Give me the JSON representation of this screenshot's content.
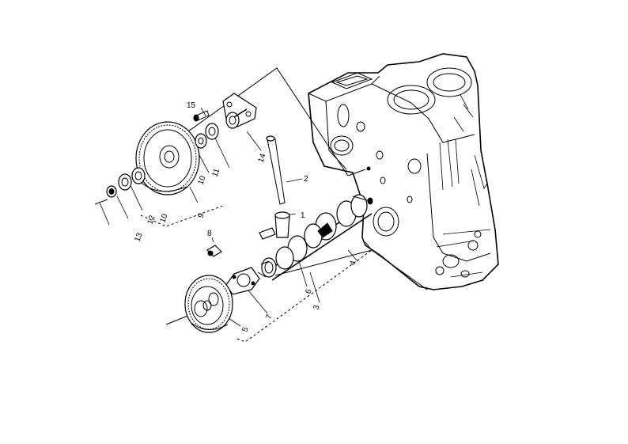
{
  "diagram": {
    "callouts": [
      {
        "key": "c1",
        "text": "1"
      },
      {
        "key": "c2",
        "text": "2"
      },
      {
        "key": "c3",
        "text": "3"
      },
      {
        "key": "c4",
        "text": "4"
      },
      {
        "key": "c5",
        "text": "5"
      },
      {
        "key": "c6",
        "text": "6"
      },
      {
        "key": "c7",
        "text": "7"
      },
      {
        "key": "c8",
        "text": "8"
      },
      {
        "key": "c9",
        "text": "9"
      },
      {
        "key": "c10a",
        "text": "10"
      },
      {
        "key": "c10b",
        "text": "10"
      },
      {
        "key": "c11",
        "text": "11"
      },
      {
        "key": "c12",
        "text": "12"
      },
      {
        "key": "c13",
        "text": "13"
      },
      {
        "key": "c14",
        "text": "14"
      },
      {
        "key": "c15",
        "text": "15"
      }
    ]
  },
  "colors": {
    "ink": "#000000",
    "paper": "#ffffff"
  }
}
